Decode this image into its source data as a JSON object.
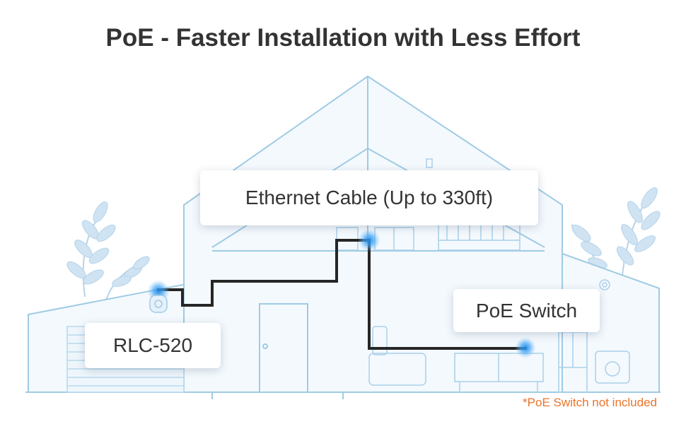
{
  "title": "PoE - Faster Installation with Less Effort",
  "labels": {
    "cable": "Ethernet Cable (Up to 330ft)",
    "switch": "PoE Switch",
    "camera": "RLC-520"
  },
  "footnote": "*PoE Switch not included",
  "colors": {
    "outline": "#9fcbe4",
    "house_fill": "#f4f9fd",
    "cable": "#262626",
    "device_glow": "#1e88e5",
    "footnote": "#e8742a"
  },
  "icons": [
    "leaf-plant-icon",
    "camera-icon",
    "switch-icon",
    "door-icon"
  ]
}
